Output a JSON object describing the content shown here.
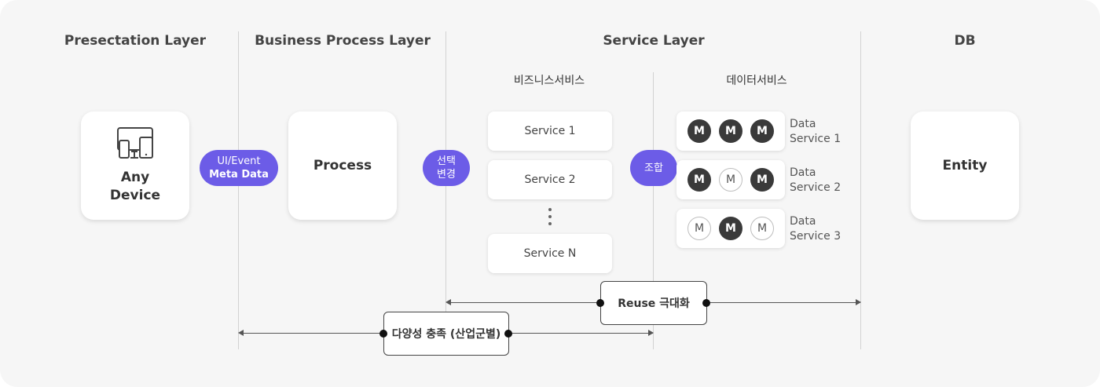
{
  "layers": {
    "presentation": "Presectation Layer",
    "business": "Business Process Layer",
    "service": "Service Layer",
    "db": "DB"
  },
  "sublayers": {
    "business_services": "비즈니스서비스",
    "data_services": "데이터서비스"
  },
  "device_box": {
    "line1": "Any",
    "line2": "Device",
    "icon": "devices-icon"
  },
  "process_box": "Process",
  "entity_box": "Entity",
  "pills": {
    "ui_event": {
      "line1": "UI/Event",
      "line2": "Meta Data"
    },
    "select_change": {
      "line1": "선택",
      "line2": "변경"
    },
    "combine": "조합"
  },
  "services": [
    "Service 1",
    "Service 2",
    "Service N"
  ],
  "data_services": [
    {
      "line1": "Data",
      "line2": "Service 1",
      "modules": [
        "M",
        "M",
        "M"
      ],
      "style": [
        "filled",
        "filled",
        "filled"
      ]
    },
    {
      "line1": "Data",
      "line2": "Service 2",
      "modules": [
        "M",
        "M",
        "M"
      ],
      "style": [
        "filled",
        "outline",
        "filled"
      ]
    },
    {
      "line1": "Data",
      "line2": "Service 3",
      "modules": [
        "M",
        "M",
        "M"
      ],
      "style": [
        "outline",
        "filled",
        "outline"
      ]
    }
  ],
  "bottom_tags": {
    "reuse": "Reuse 극대화",
    "diversity": "다양성 충족 (산업군별)"
  },
  "colors": {
    "accent": "#6c5ce7",
    "module_dark": "#3a3a3a",
    "background": "#f6f6f6"
  }
}
